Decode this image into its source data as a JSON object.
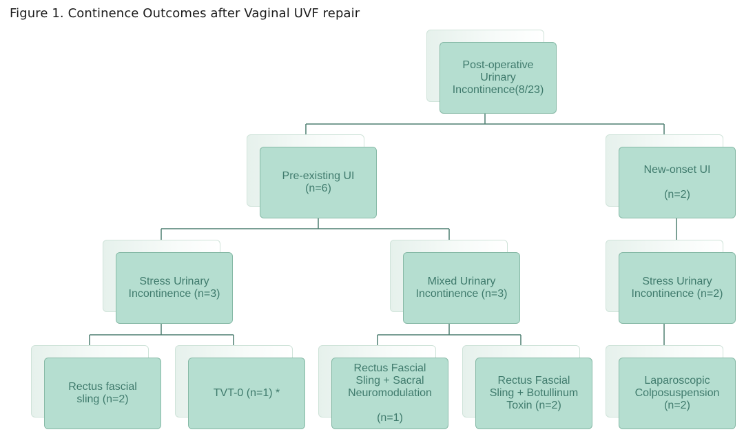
{
  "caption": "Figure 1. Continence Outcomes after Vaginal UVF repair",
  "nodes": {
    "root": "Post-operative\nUrinary\nIncontinence(8/23)",
    "pre_existing": "Pre-existing UI\n(n=6)",
    "new_onset": "New-onset UI\n\n(n=2)",
    "stress_pre": "Stress Urinary\nIncontinence (n=3)",
    "mixed_pre": "Mixed Urinary\nIncontinence (n=3)",
    "stress_new": "Stress Urinary\nIncontinence (n=2)",
    "rectus_fascial_sling": "Rectus fascial\nsling (n=2)",
    "tvt": "TVT-0 (n=1) *",
    "sling_sacral": "Rectus Fascial\nSling + Sacral\nNeuromodulation\n\n(n=1)",
    "sling_botox": "Rectus Fascial\nSling + Botullinum\nToxin (n=2)",
    "laparoscopic": "Laparoscopic\nColposuspension\n(n=2)"
  }
}
